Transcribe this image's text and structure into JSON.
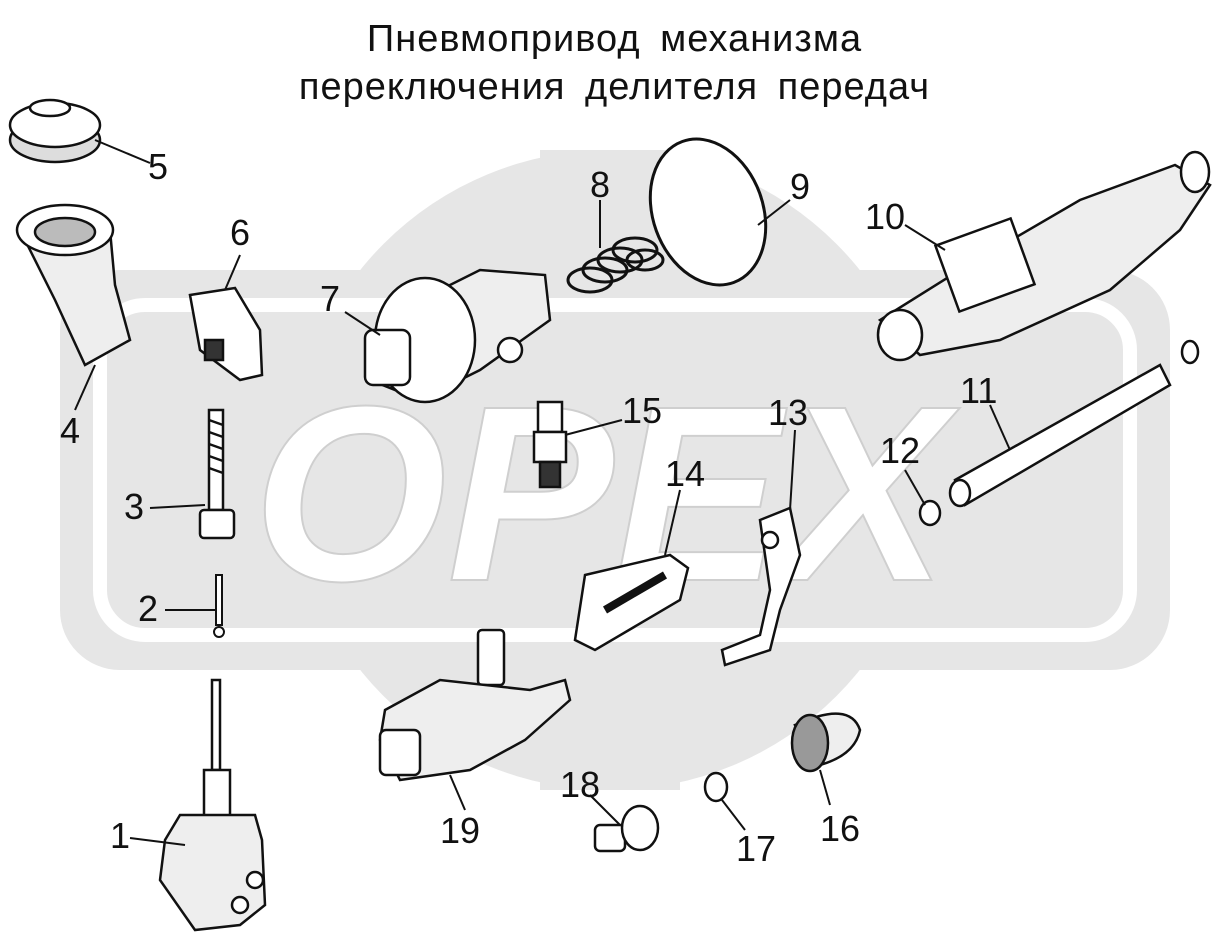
{
  "title": {
    "line1": "Пневмопривод механизма",
    "line2": "переключения делителя передач"
  },
  "watermark": {
    "text": "OPEX"
  },
  "colors": {
    "background_shape": "#e6e6e6",
    "watermark_text": "#ffffff",
    "ink": "#111111"
  },
  "parts": [
    "1",
    "2",
    "3",
    "4",
    "5",
    "6",
    "7",
    "8",
    "9",
    "10",
    "11",
    "12",
    "13",
    "14",
    "15",
    "16",
    "17",
    "18",
    "19"
  ]
}
